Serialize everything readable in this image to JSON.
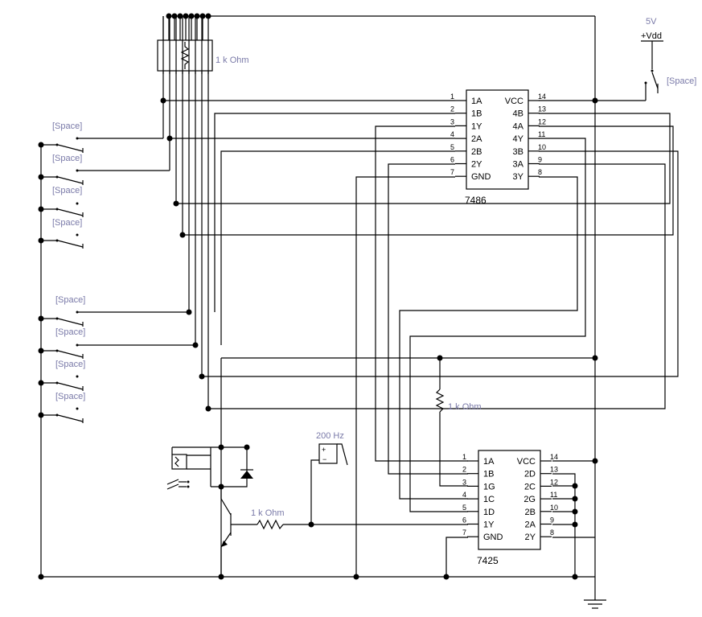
{
  "labels": {
    "resistor_pack": "1 k Ohm",
    "pullup": "1 k Ohm",
    "base_resistor": "1 k Ohm",
    "vdd_voltage": "5V",
    "vdd_name": "+Vdd",
    "space": "[Space]",
    "clock": "200 Hz"
  },
  "chips": {
    "xor": {
      "name": "7486",
      "left_pins": [
        "1A",
        "1B",
        "1Y",
        "2A",
        "2B",
        "2Y",
        "GND"
      ],
      "right_pins": [
        "VCC",
        "4B",
        "4A",
        "4Y",
        "3B",
        "3A",
        "3Y"
      ],
      "left_nums": [
        "1",
        "2",
        "3",
        "4",
        "5",
        "6",
        "7"
      ],
      "right_nums": [
        "14",
        "13",
        "12",
        "11",
        "10",
        "9",
        "8"
      ]
    },
    "nor": {
      "name": "7425",
      "left_pins": [
        "1A",
        "1B",
        "1G",
        "1C",
        "1D",
        "1Y",
        "GND"
      ],
      "right_pins": [
        "VCC",
        "2D",
        "2C",
        "2G",
        "2B",
        "2A",
        "2Y"
      ],
      "left_nums": [
        "1",
        "2",
        "3",
        "4",
        "5",
        "6",
        "7"
      ],
      "right_nums": [
        "14",
        "13",
        "12",
        "11",
        "10",
        "9",
        "8"
      ]
    }
  }
}
